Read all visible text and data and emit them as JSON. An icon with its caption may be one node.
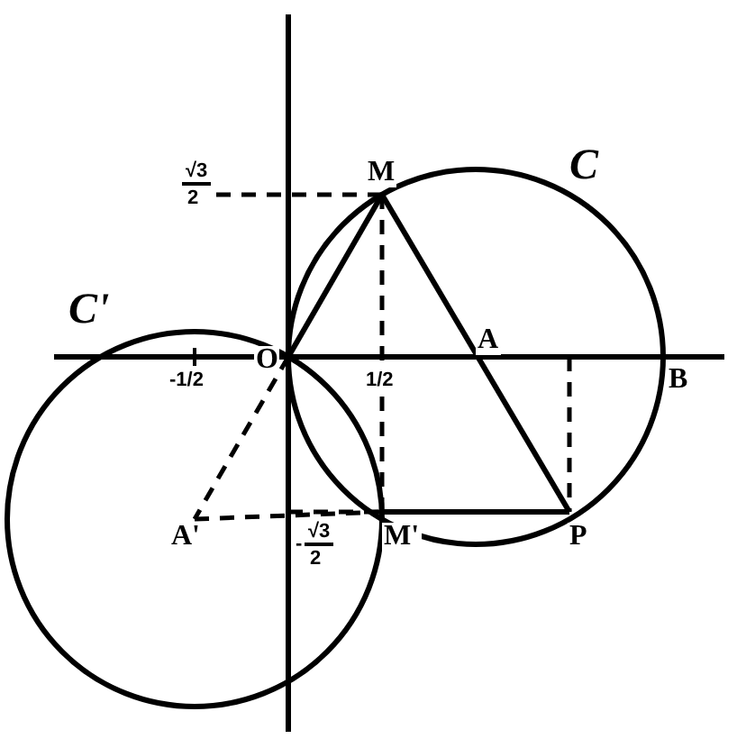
{
  "diagram": {
    "nodes": [
      {
        "text": [
          "M"
        ]
      },
      {
        "text": [
          "O"
        ]
      },
      {
        "text": [
          "A"
        ]
      },
      {
        "text": [
          "B"
        ]
      },
      {
        "text": [
          "A'"
        ]
      },
      {
        "text": [
          "M'"
        ]
      },
      {
        "text": [
          "P"
        ]
      }
    ],
    "edges": [
      {
        "from": 1,
        "to": 0,
        "arrow": "none"
      },
      {
        "from": 0,
        "to": 6,
        "arrow": "none"
      },
      {
        "from": 5,
        "to": 6,
        "arrow": "none"
      },
      {
        "from": 1,
        "to": 4,
        "arrow": "none",
        "style": "dashed"
      },
      {
        "from": 4,
        "to": 5,
        "arrow": "none",
        "style": "dashed"
      }
    ],
    "labels": [
      "√3",
      "2",
      "C",
      "C'",
      "-1/2",
      "1/2",
      "-",
      "√3",
      "2"
    ]
  }
}
